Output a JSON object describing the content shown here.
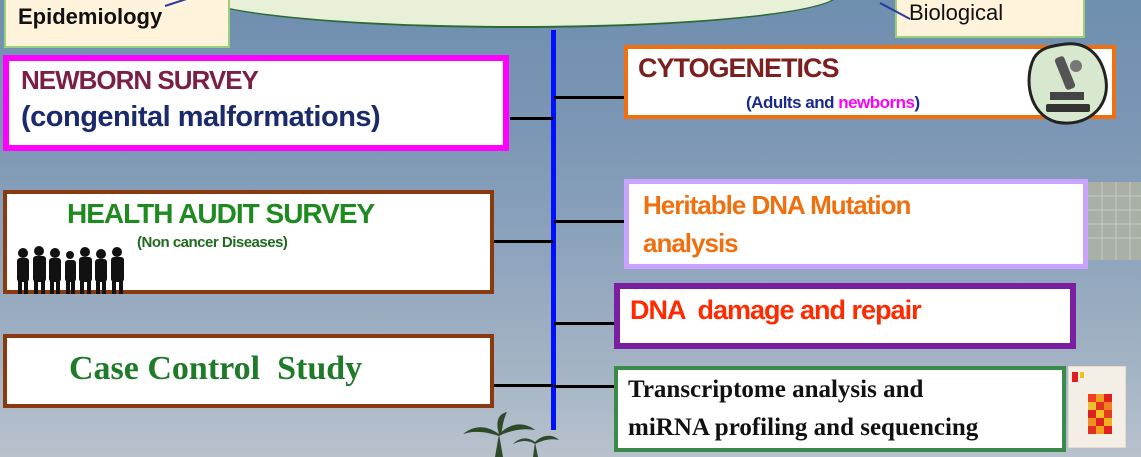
{
  "tags": {
    "left": "Epidemiology",
    "right": "Biological"
  },
  "left_boxes": [
    {
      "title": "NEWBORN SURVEY",
      "subtitle": "(congenital malformations)"
    },
    {
      "title": "HEALTH AUDIT SURVEY",
      "subtitle": "(Non cancer Diseases)"
    },
    {
      "title": "Case Control  Study"
    }
  ],
  "right_boxes": [
    {
      "title": "CYTOGENETICS",
      "subtitle_a": "(Adults and ",
      "subtitle_b": "newborns",
      "subtitle_c": ")"
    },
    {
      "line1": "Heritable DNA Mutation",
      "line2": "analysis"
    },
    {
      "title": "DNA  damage and repair"
    },
    {
      "line1": "Transcriptome analysis and",
      "line2": "miRNA profiling and sequencing"
    }
  ],
  "icons": [
    "people-silhouette-icon",
    "microscope-icon",
    "gel-blot-icon",
    "heatmap-icon",
    "palm-tree-icon"
  ],
  "colors": {
    "spine": "#0010ff",
    "newborn_border": "#ff00ff",
    "newborn_text": "#7b1f47",
    "health_border": "#8b3a0f",
    "health_text": "#1f8a1f",
    "case_border": "#8b3a0f",
    "case_text": "#1f7a2a",
    "cyto_border": "#f07010",
    "cyto_text": "#7b1f1f",
    "cyto_sub": "#1a2a8a",
    "cyto_highlight": "#ff00ff",
    "heritable_border": "#c9a3ff",
    "heritable_text": "#f07010",
    "dna_border": "#7a1fa0",
    "dna_text": "#ff2a00",
    "trans_border": "#3a8a4a",
    "trans_text": "#111111"
  }
}
